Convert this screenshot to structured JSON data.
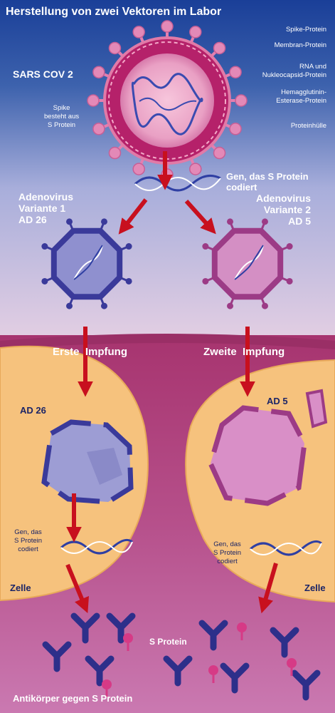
{
  "title": "Herstellung von zwei Vektoren im Labor",
  "virus": {
    "name": "SARS COV 2",
    "spike_note": [
      "Spike",
      "besteht aus",
      "S Protein"
    ],
    "legend": [
      [
        "Spike-Protein"
      ],
      [
        "Membran-Protein"
      ],
      [
        "RNA und",
        "Nukleocapsid-Protein"
      ],
      [
        "Hemagglutinin-",
        "Esterase-Protein"
      ],
      [
        "Proteinhülle"
      ]
    ]
  },
  "gene_label_top": [
    "Gen, das S Protein",
    "codiert"
  ],
  "adenovirus_1": [
    "Adenovirus",
    "Variante 1",
    "AD 26"
  ],
  "adenovirus_2": [
    "Adenovirus",
    "Variante 2",
    "AD 5"
  ],
  "vaccination_1": "Erste  Impfung",
  "vaccination_2": "Zweite  Impfung",
  "cell_1_virus": "AD 26",
  "cell_2_virus": "AD 5",
  "gene_label_cell": [
    "Gen, das",
    "S Protein",
    "codiert"
  ],
  "cell_label": "Zelle",
  "s_protein_label": "S Protein",
  "antibody_label": "Antikörper gegen S Protein",
  "colors": {
    "sky_top": "#1a3f98",
    "sky_bottom": "#d9c4dd",
    "tissue": "#a83a78",
    "cell": "#f6c27d",
    "ad26": "#3a3a9a",
    "ad5": "#9c3b86",
    "arrow": "#cc1020",
    "antibody": "#2d2f8a",
    "s_protein": "#d63a86",
    "virus_membrane": "#c4286e"
  },
  "icons": [
    "coronavirus-icon",
    "adenovirus-icon",
    "dna-helix-icon",
    "antibody-icon",
    "s-protein-icon",
    "arrow-icon"
  ]
}
